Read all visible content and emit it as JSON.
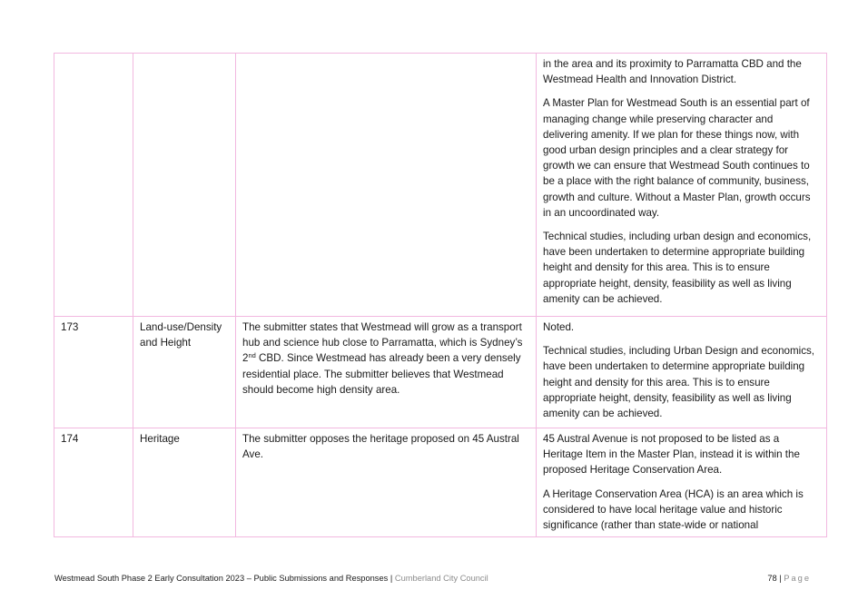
{
  "rows": [
    {
      "number": "",
      "topic": "",
      "submission": [],
      "response": [
        "in the area and its proximity to Parramatta CBD and the Westmead Health and Innovation District.",
        "A Master Plan for Westmead South is an essential part of managing change while preserving character and delivering amenity. If we plan for these things now, with good urban design principles and a clear strategy for growth we can ensure that Westmead South continues to be a place with the right balance of community, business, growth and culture. Without a Master Plan, growth occurs in an uncoordinated way.",
        "Technical studies, including urban design and economics, have been undertaken to determine appropriate building height and density for this area. This is to ensure appropriate height, density, feasibility as well as living amenity can be achieved."
      ]
    },
    {
      "number": "173",
      "topic": "Land-use/Density and Height",
      "submission": [
        {
          "before": "The submitter states that Westmead will grow as a transport hub and science hub close to Parramatta, which is Sydney’s 2",
          "sup": "nd",
          "after": " CBD. Since Westmead has already been a very densely residential place. The submitter believes that Westmead should become high density area."
        }
      ],
      "response": [
        "Noted.",
        "Technical studies, including Urban Design and economics, have been undertaken to determine appropriate building height and density for this area. This is to ensure appropriate height, density, feasibility as well as living amenity can be achieved."
      ]
    },
    {
      "number": "174",
      "topic": "Heritage",
      "submission": [
        "The submitter opposes the heritage proposed on 45 Austral Ave."
      ],
      "response": [
        "45 Austral Avenue is not proposed to be listed as a Heritage Item in the Master Plan, instead it is within the proposed Heritage Conservation Area.",
        "A Heritage Conservation Area (HCA) is an area which is considered to have local heritage value and historic significance (rather than state-wide or national"
      ]
    }
  ],
  "footer": {
    "doc_title": "Westmead South Phase 2 Early Consultation 2023 – Public Submissions and Responses",
    "separator": "|",
    "organisation": "Cumberland City Council",
    "page_number": "78",
    "page_separator": "|",
    "page_label": "Page"
  },
  "colors": {
    "table_border": "#f2b8e0",
    "footer_muted": "#8c8c8c",
    "text": "#1a1a1a"
  }
}
